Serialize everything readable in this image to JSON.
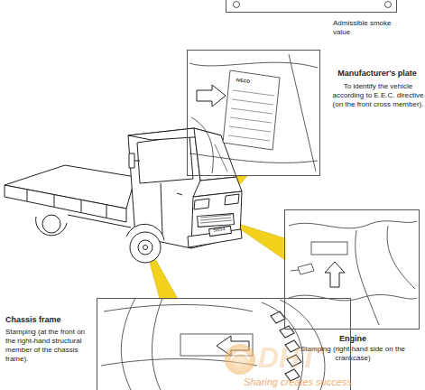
{
  "diagram": {
    "nodes": [
      {
        "text": [
          "Admissible smoke value"
        ]
      },
      {
        "text": [
          "Manufacturer's plate",
          "To identify the vehicle according to E.E.C. directive (on the front cross member)."
        ]
      },
      {
        "text": [
          "Engine",
          "Stamping (right-hand side on the crankcase)"
        ]
      },
      {
        "text": [
          "Chassis frame",
          "Stamping (at the front on the right-hand structural member of the chassis frame)."
        ]
      }
    ],
    "labels": [
      "IVECO",
      "5654",
      "DHT",
      "Sharing creates success"
    ]
  }
}
